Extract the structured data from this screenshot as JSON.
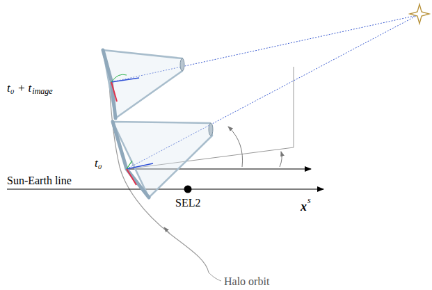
{
  "diagram": {
    "labels": [
      "t₀ + t",
      "image",
      "t₀",
      "Sun-Earth line",
      "SEL2",
      "x",
      "s",
      "Halo orbit"
    ]
  }
}
